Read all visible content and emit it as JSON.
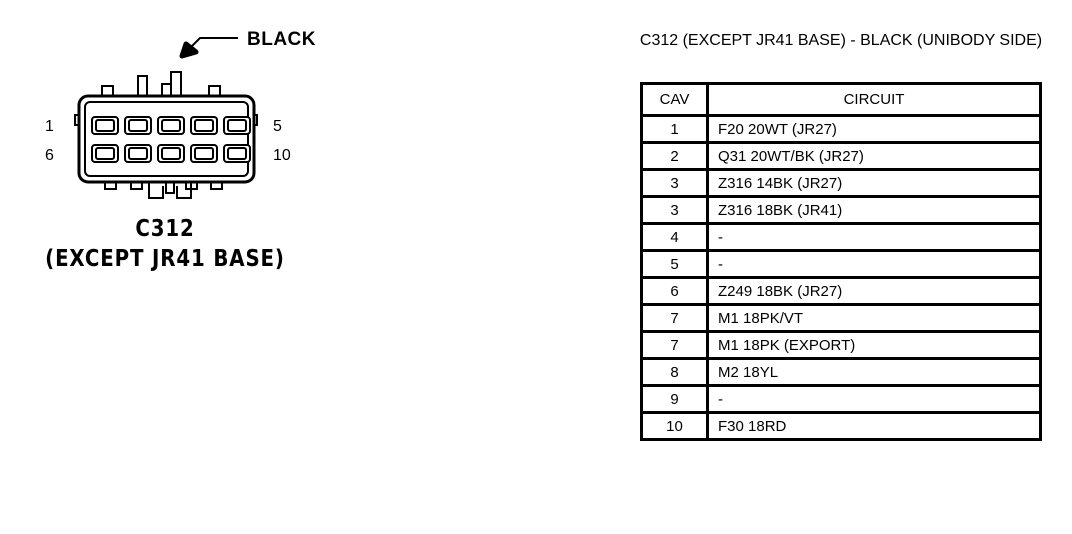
{
  "connector": {
    "callout_label": "BLACK",
    "caption_line1": "C312",
    "caption_line2": "(EXCEPT JR41 BASE)",
    "pin_labels": {
      "top_left": "1",
      "bottom_left": "6",
      "top_right": "5",
      "bottom_right": "10"
    },
    "cavity_rows": 2,
    "cavity_columns": 5,
    "outline_color": "#000000",
    "fill_color": "#ffffff"
  },
  "table": {
    "title": "C312 (EXCEPT JR41 BASE) - BLACK (UNIBODY SIDE)",
    "headers": [
      "CAV",
      "CIRCUIT"
    ],
    "rows": [
      {
        "cav": "1",
        "circuit": "F20  20WT (JR27)"
      },
      {
        "cav": "2",
        "circuit": "Q31  20WT/BK (JR27)"
      },
      {
        "cav": "3",
        "circuit": "Z316  14BK (JR27)"
      },
      {
        "cav": "3",
        "circuit": "Z316  18BK (JR41)"
      },
      {
        "cav": "4",
        "circuit": "-"
      },
      {
        "cav": "5",
        "circuit": "-"
      },
      {
        "cav": "6",
        "circuit": "Z249  18BK (JR27)"
      },
      {
        "cav": "7",
        "circuit": "M1  18PK/VT"
      },
      {
        "cav": "7",
        "circuit": "M1  18PK (EXPORT)"
      },
      {
        "cav": "8",
        "circuit": "M2  18YL"
      },
      {
        "cav": "9",
        "circuit": "-"
      },
      {
        "cav": "10",
        "circuit": "F30  18RD"
      }
    ]
  }
}
